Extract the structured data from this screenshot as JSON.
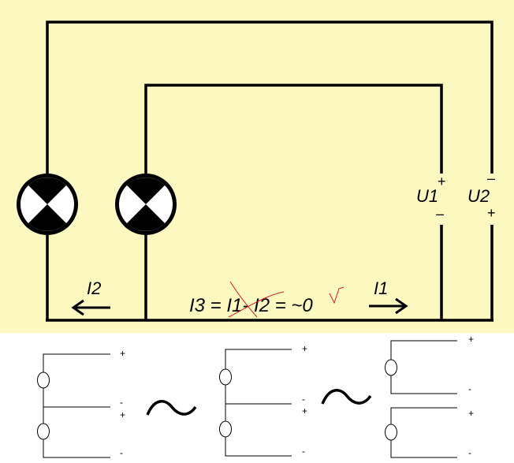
{
  "colors": {
    "background_top": "#fbf9c0",
    "background_bottom": "#ffffff",
    "wire": "#000000",
    "annotation": "#d42020"
  },
  "labels": {
    "i2": "I2",
    "i1": "I1",
    "equation": "I3 = I1- I2 = ~0",
    "u1": "U1",
    "u2": "U2",
    "u1_top": "+",
    "u1_bottom": "–",
    "u2_top": "–",
    "u2_bottom": "+"
  },
  "sketches": {
    "left": {
      "t1": "+",
      "t2": "-",
      "t3": "+",
      "t4": "-"
    },
    "middle": {
      "t1": "+",
      "t2": "-",
      "t3": "+",
      "t4": "-"
    },
    "right": {
      "t1": "+",
      "t2": "-",
      "t3": "+",
      "t4": "-"
    },
    "tilde": "~"
  },
  "icons": [
    "lamp-icon",
    "arrow-left-icon",
    "arrow-right-icon",
    "tilde-icon",
    "checkmark-icon"
  ]
}
